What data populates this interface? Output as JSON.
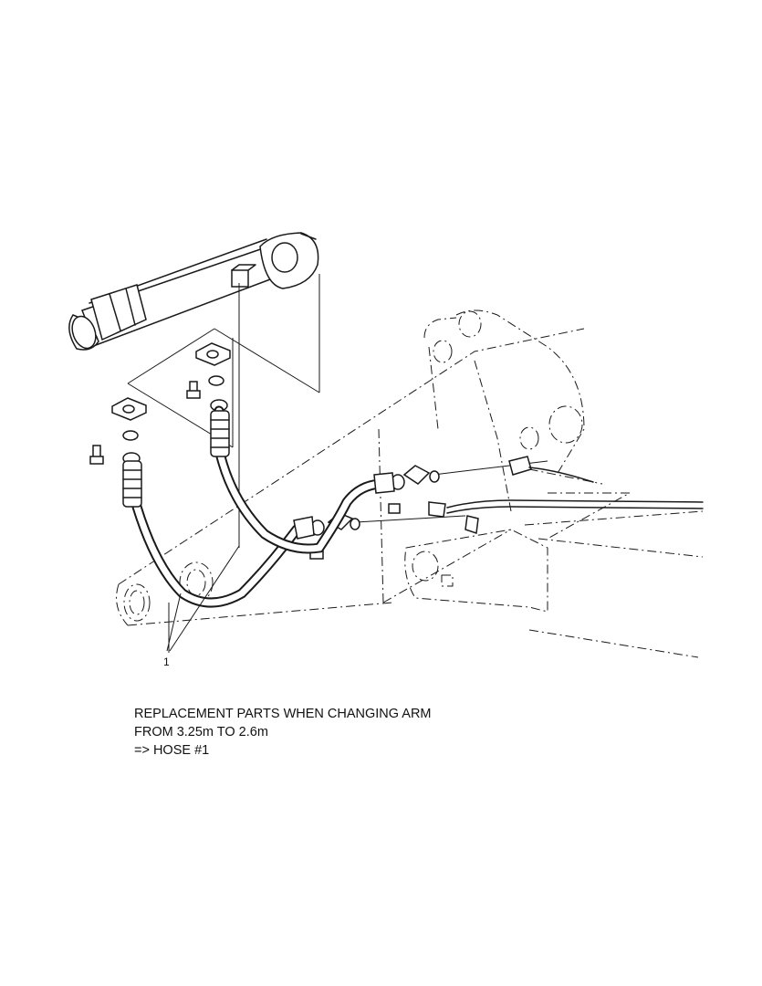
{
  "diagram": {
    "callout_label": "1"
  },
  "notes": {
    "line1": "REPLACEMENT PARTS WHEN CHANGING ARM",
    "line2": "FROM 3.25m TO 2.6m",
    "line3": "=> HOSE #1"
  }
}
